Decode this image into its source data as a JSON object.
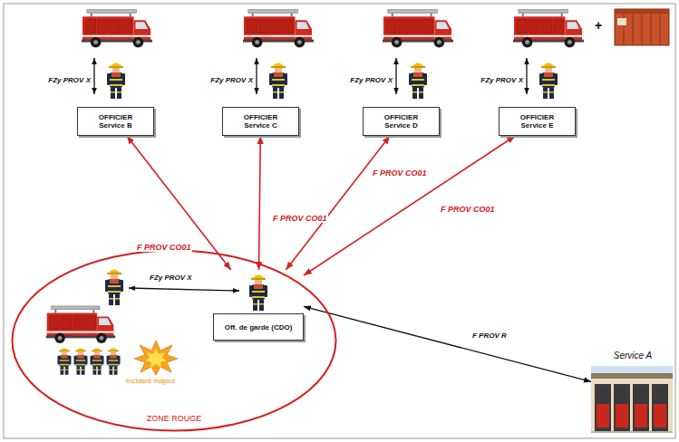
{
  "diagram": {
    "nodes": [
      {
        "text": [
          "OFFICIER Service B"
        ]
      },
      {
        "text": [
          "OFFICIER Service C"
        ]
      },
      {
        "text": [
          "OFFICIER Service D"
        ]
      },
      {
        "text": [
          "OFFICIER Service E"
        ]
      },
      {
        "text": [
          "ZONE ROUGE"
        ]
      },
      {
        "text": [
          "Off. de garde (CDO)"
        ],
        "in": 4
      },
      {
        "text": [
          "Service A"
        ]
      }
    ],
    "edges": [
      {
        "from": 0,
        "to": 5,
        "label": "F PROV CO01",
        "arrow": "both"
      },
      {
        "from": 1,
        "to": 5,
        "label": "F PROV CO01",
        "arrow": "both"
      },
      {
        "from": 2,
        "to": 5,
        "label": "F PROV CO01",
        "arrow": "both"
      },
      {
        "from": 3,
        "to": 5,
        "label": "F PROV CO01",
        "arrow": "both"
      },
      {
        "from": 5,
        "to": 6,
        "label": "F PROV R",
        "arrow": "both"
      }
    ],
    "labels": [
      "FZy PROV X",
      "FZy PROV X",
      "FZy PROV X",
      "FZy PROV X",
      "+",
      "FZy PROV X",
      "Incident majeur"
    ]
  }
}
